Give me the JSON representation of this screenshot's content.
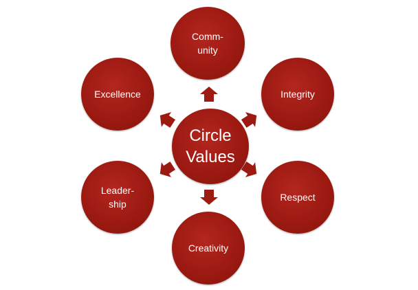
{
  "diagram": {
    "center": {
      "label": "Circle\nValues"
    },
    "nodes": [
      {
        "id": "community",
        "label": "Comm-\nunity"
      },
      {
        "id": "integrity",
        "label": "Integrity"
      },
      {
        "id": "respect",
        "label": "Respect"
      },
      {
        "id": "creativity",
        "label": "Creativity"
      },
      {
        "id": "leadership",
        "label": "Leader-\nship"
      },
      {
        "id": "excellence",
        "label": "Excellence"
      }
    ],
    "colors": {
      "node_fill": "#9c1a12",
      "arrow_fill": "#9c1a12",
      "text": "#ffffff",
      "background": "#ffffff"
    }
  }
}
